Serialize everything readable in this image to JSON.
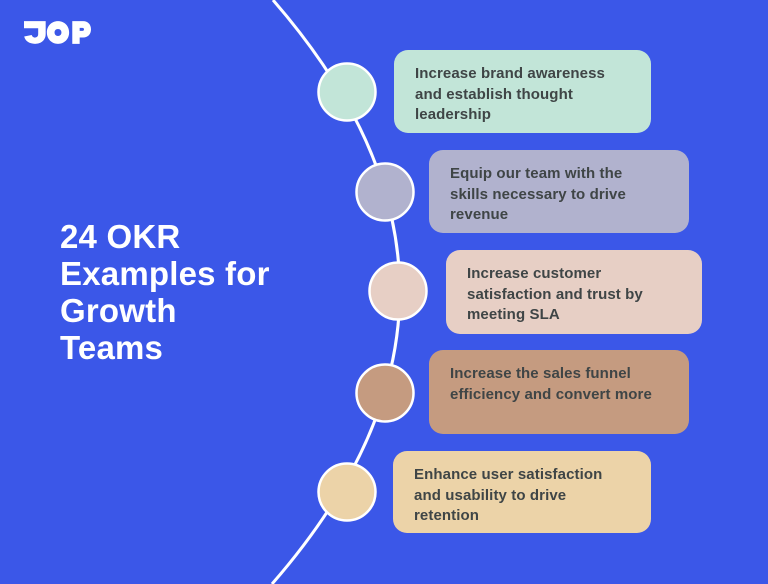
{
  "logo": {
    "text": "JOP"
  },
  "title": {
    "full": "24 OKR Examples for Growth Teams",
    "lines": [
      "24 OKR",
      "Examples for",
      "Growth",
      "Teams"
    ]
  },
  "colors": {
    "background": "#3B57E8",
    "curve_line": "#FFFFFF",
    "title_text": "#FFFFFF",
    "card_text": "#3F4546",
    "logo": "#FFFFFF"
  },
  "timeline": {
    "items": [
      {
        "label": "Increase brand awareness and establish thought leadership",
        "lines": [
          "Increase brand awareness",
          "and establish thought",
          "leadership"
        ],
        "color": "#C2E5D8"
      },
      {
        "label": "Equip our team with the skills necessary to drive revenue",
        "lines": [
          "Equip our team with the",
          "skills necessary to drive",
          "revenue"
        ],
        "color": "#B1B2CE"
      },
      {
        "label": "Increase customer satisfaction and trust by meeting SLA",
        "lines": [
          "Increase customer",
          "satisfaction and trust by",
          "meeting SLA"
        ],
        "color": "#E7CFC5"
      },
      {
        "label": "Increase the sales funnel efficiency and convert more",
        "lines": [
          "Increase the sales funnel",
          "efficiency and convert more"
        ],
        "color": "#C59B80"
      },
      {
        "label": "Enhance user satisfaction and usability to drive retention",
        "lines": [
          "Enhance user satisfaction",
          "and usability to drive",
          "retention"
        ],
        "color": "#ECD3A8"
      }
    ]
  }
}
